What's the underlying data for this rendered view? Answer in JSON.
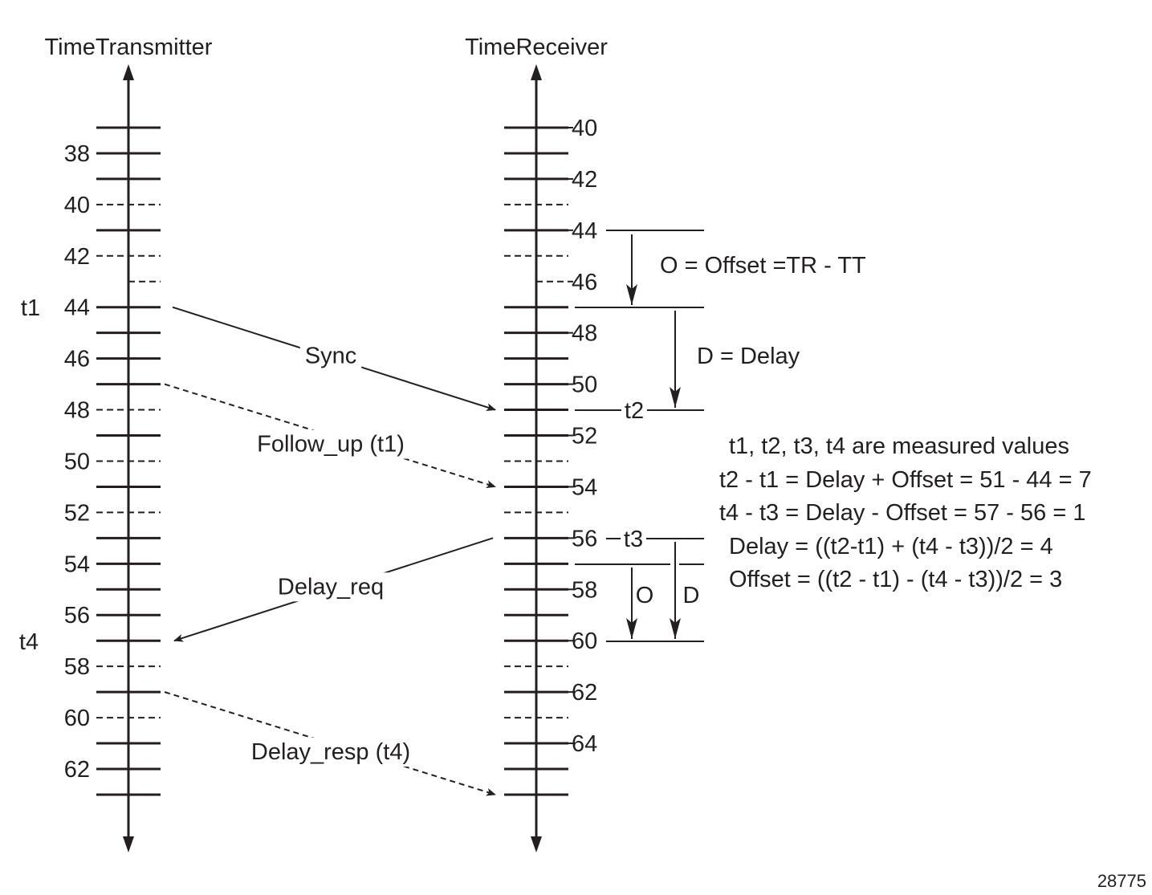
{
  "left_axis": {
    "title": "TimeTransmitter",
    "min": 37,
    "max": 63,
    "labels": [
      38,
      40,
      42,
      44,
      46,
      48,
      50,
      52,
      54,
      56,
      58,
      60,
      62
    ],
    "dashed": [
      40,
      42,
      48,
      50,
      52,
      58,
      60
    ],
    "half_dashed": [
      43
    ]
  },
  "right_axis": {
    "title": "TimeReceiver",
    "min": 40,
    "max": 66,
    "labels": [
      40,
      42,
      44,
      46,
      48,
      50,
      52,
      54,
      56,
      58,
      60,
      62,
      64
    ],
    "dashed": [
      43,
      45,
      53,
      55,
      61,
      63
    ],
    "half_dashed": [
      46
    ]
  },
  "markers": {
    "t1": "t1",
    "t4": "t4",
    "t2": "t2",
    "t3": "t3"
  },
  "messages": [
    {
      "label": "Sync",
      "from": "left",
      "from_time": 44,
      "to_time": 51,
      "dashed": false
    },
    {
      "label": "Follow_up (t1)",
      "from": "left",
      "from_time": 47,
      "to_time": 54,
      "dashed": true
    },
    {
      "label": "Delay_req",
      "from": "right",
      "from_time": 56,
      "to_time": 57,
      "dashed": false
    },
    {
      "label": "Delay_resp (t4)",
      "from": "left",
      "from_time": 59,
      "to_time": 66,
      "dashed": true
    }
  ],
  "annotations": {
    "offset": "O = Offset =TR - TT",
    "delay": "D = Delay",
    "o_short": "O",
    "d_short": "D"
  },
  "notes": [
    "t1, t2, t3, t4 are measured values",
    "t2 - t1 = Delay + Offset = 51 - 44 = 7",
    "t4 - t3 = Delay - Offset = 57 - 56 = 1",
    "Delay = ((t2-t1) + (t4 - t3))/2 = 4",
    "Offset = ((t2 - t1) - (t4 - t3))/2 = 3"
  ],
  "figure_id": "28775"
}
